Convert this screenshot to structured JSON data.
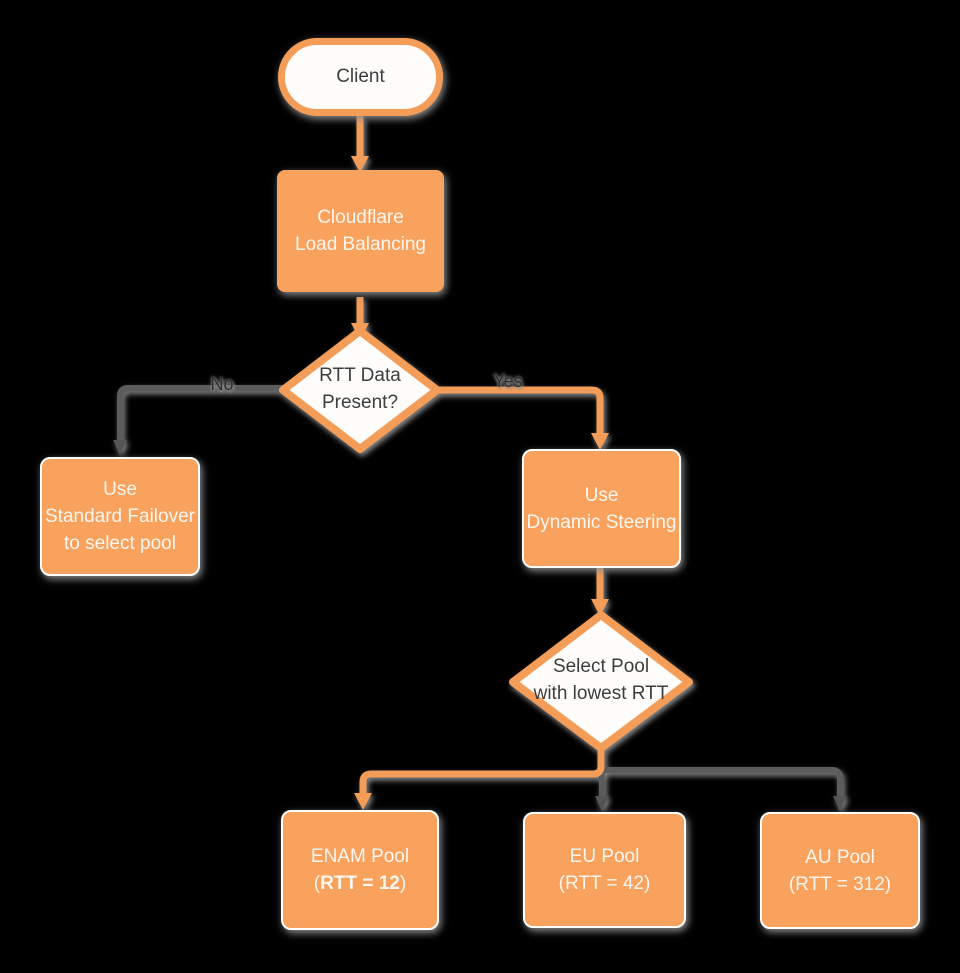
{
  "diagram": {
    "background": "#000000",
    "colors": {
      "node_fill": "#F8A25E",
      "node_border": "#FFFFFF",
      "accent_stroke": "#F49D58",
      "connector_gray": "#5C5C5C",
      "arrow_gray": "#555555",
      "text_on_orange": "#FCF6EE",
      "text_dark": "#3D3D3D",
      "decision_fill": "#FEFDFB"
    },
    "nodes": {
      "client": {
        "label": "Client"
      },
      "load_balancer": {
        "line1": "Cloudflare",
        "line2": "Load Balancing"
      },
      "rtt_decision": {
        "line1": "RTT Data",
        "line2": "Present?"
      },
      "standard_failover": {
        "line1": "Use",
        "line2": "Standard Failover",
        "line3": "to select pool"
      },
      "dynamic_steering": {
        "line1": "Use",
        "line2": "Dynamic Steering"
      },
      "pool_decision": {
        "line1": "Select Pool",
        "line2": "with lowest RTT"
      },
      "enam_pool": {
        "line1": "ENAM Pool",
        "paren_open": "(",
        "rtt_bold": "RTT = 12",
        "paren_close": ")"
      },
      "eu_pool": {
        "line1": "EU Pool",
        "line2": "(RTT = 42)"
      },
      "au_pool": {
        "line1": "AU Pool",
        "line2": "(RTT = 312)"
      }
    },
    "edge_labels": {
      "no": "No",
      "yes": "Yes"
    }
  }
}
